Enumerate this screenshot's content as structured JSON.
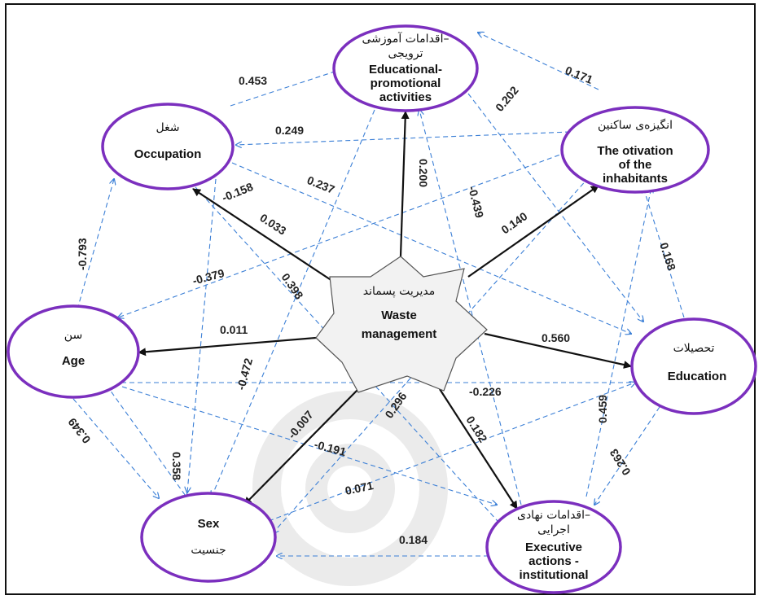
{
  "nodes": {
    "educational": {
      "fa_line1": "اقدامات آموزشی–",
      "fa_line2": "ترویجی",
      "en_line1": "Educational-",
      "en_line2": "promotional",
      "en_line3": "activities"
    },
    "occupation": {
      "fa": "شغل",
      "en": "Occupation"
    },
    "motivation": {
      "fa": "انگیزه‌ی ساکنین",
      "en_line1": "The otivation",
      "en_line2": "of the",
      "en_line3": "inhabitants"
    },
    "age": {
      "fa": "سن",
      "en": "Age"
    },
    "education": {
      "fa": "تحصیلات",
      "en": "Education"
    },
    "sex": {
      "en": "Sex",
      "fa": "جنسیت"
    },
    "executive": {
      "fa_line1": "اقدامات نهادی–",
      "fa_line2": "اجرایی",
      "en_line1": "Executive",
      "en_line2": "actions -",
      "en_line3": "institutional"
    },
    "waste": {
      "fa": "مدیریت پسماند",
      "en_line1": "Waste",
      "en_line2": "management"
    }
  },
  "paths": {
    "waste_to_educational": "0.200",
    "waste_to_occupation": "0.033",
    "waste_to_motivation": "0.140",
    "waste_to_age": "0.011",
    "waste_to_education": "0.560",
    "waste_to_sex": "-0.007",
    "waste_to_executive": "0.182",
    "occupation_educational": "0.453",
    "motivation_occupation": "0.249",
    "motivation_educational": "0.171",
    "educational_education": "0.202",
    "executive_educational": "-0.439",
    "occupation_education": "0.237",
    "occupation_sex": "-0.158",
    "occupation_executive": "0.398",
    "age_occupation": "-0.793",
    "motivation_age": "-0.379",
    "educational_sex": "-0.472",
    "education_motivation": "0.168",
    "education_age": "-0.226",
    "age_sex": "0.349",
    "age_executive": "-0.191",
    "executive_motivation": "0.459",
    "education_executive": "0.263",
    "sex_education": "0.071",
    "executive_sex": "0.184",
    "age_sex_cross": "0.358",
    "motivation_sex": "0.296"
  }
}
